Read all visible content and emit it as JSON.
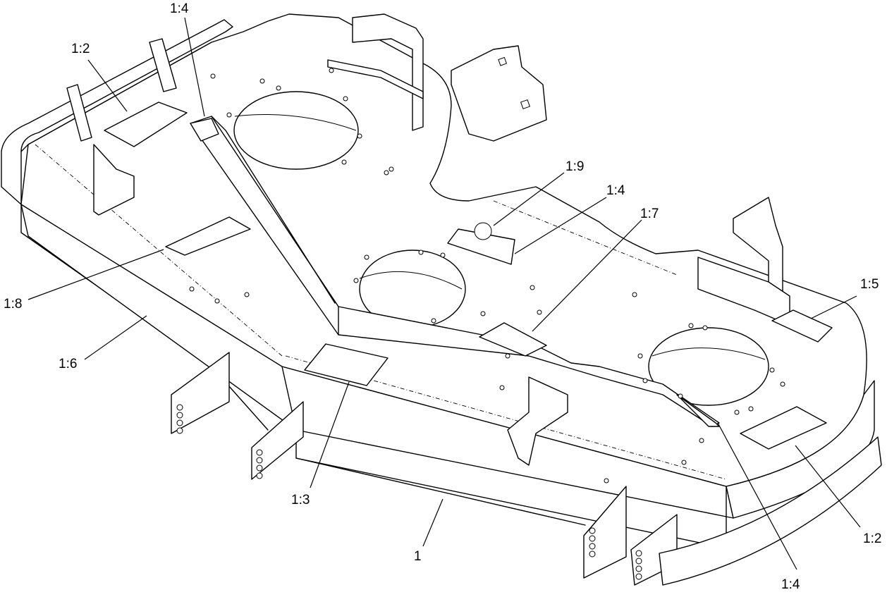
{
  "callouts": [
    {
      "id": "c1",
      "text": "1:4"
    },
    {
      "id": "c2",
      "text": "1:2"
    },
    {
      "id": "c3",
      "text": "1:9"
    },
    {
      "id": "c4",
      "text": "1:4"
    },
    {
      "id": "c5",
      "text": "1:7"
    },
    {
      "id": "c6",
      "text": "1:5"
    },
    {
      "id": "c7",
      "text": "1:8"
    },
    {
      "id": "c8",
      "text": "1:6"
    },
    {
      "id": "c9",
      "text": "1:3"
    },
    {
      "id": "c10",
      "text": "1"
    },
    {
      "id": "c11",
      "text": "1:2"
    },
    {
      "id": "c12",
      "text": "1:4"
    }
  ],
  "colors": {
    "line": "#000000",
    "background": "#ffffff"
  }
}
